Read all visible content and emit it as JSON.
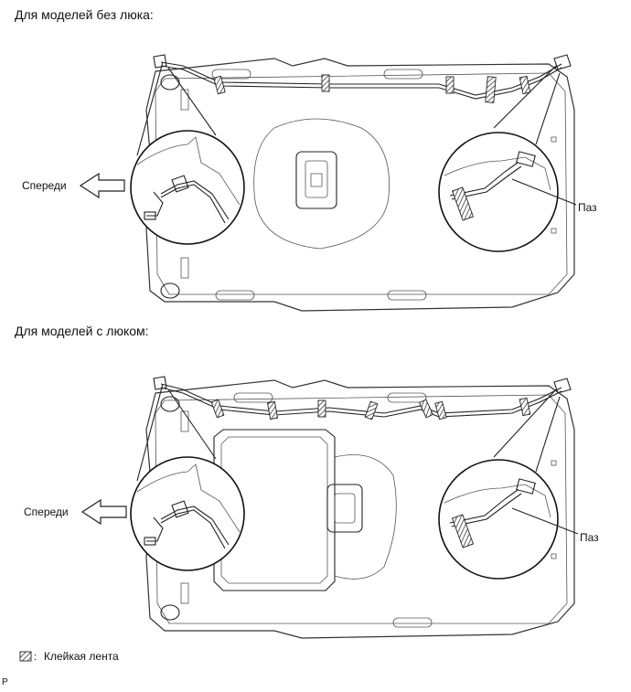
{
  "sections": [
    {
      "title": "Для моделей без люка:",
      "front_label": "Спереди",
      "groove_label": "Паз"
    },
    {
      "title": "Для моделей с люком:",
      "front_label": "Спереди",
      "groove_label": "Паз"
    }
  ],
  "legend": {
    "label": "Клейкая лента"
  },
  "footer_mark": "P"
}
